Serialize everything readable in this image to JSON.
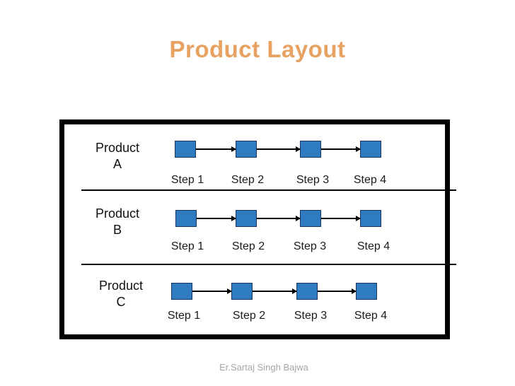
{
  "slide": {
    "title": "Product Layout",
    "footer": "Er.Sartaj Singh Bajwa"
  },
  "theme": {
    "title_color": "#E7A262",
    "box_fill": "#2E7CBF",
    "box_border": "#17375E",
    "line_color": "#000000",
    "footer_color": "#A6A6A6"
  },
  "diagram": {
    "rows": [
      {
        "product_name": "Product",
        "product_letter": "A",
        "steps": [
          "Step 1",
          "Step 2",
          "Step 3",
          "Step 4"
        ]
      },
      {
        "product_name": "Product",
        "product_letter": "B",
        "steps": [
          "Step 1",
          "Step 2",
          "Step 3",
          "Step 4"
        ]
      },
      {
        "product_name": "Product",
        "product_letter": "C",
        "steps": [
          "Step 1",
          "Step 2",
          "Step 3",
          "Step 4"
        ]
      }
    ]
  }
}
